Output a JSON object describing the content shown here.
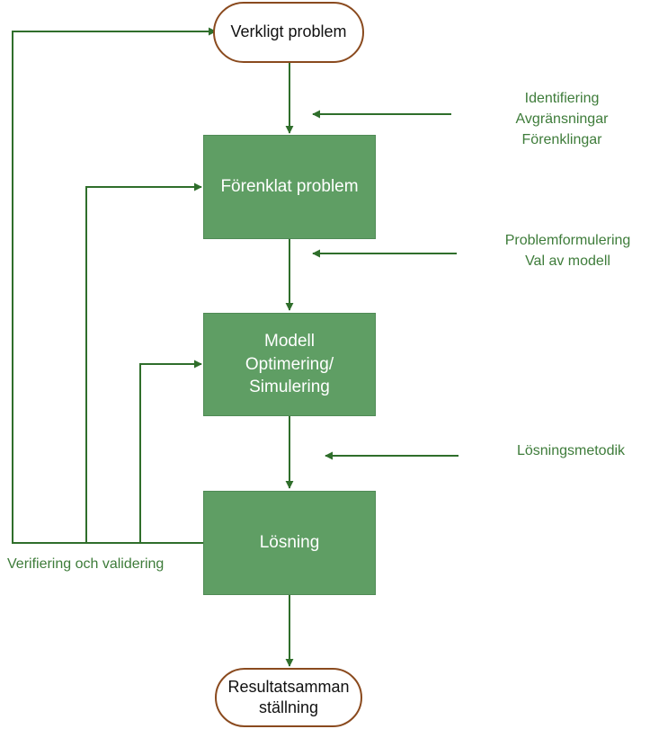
{
  "diagram": {
    "start_node": {
      "label": "Verkligt problem"
    },
    "step_1": {
      "label": "Förenklat problem"
    },
    "step_2": {
      "lines": [
        "Modell",
        "Optimering/",
        "Simulering"
      ]
    },
    "step_3": {
      "label": "Lösning"
    },
    "end_node": {
      "lines": [
        "Resultatsamman",
        "ställning"
      ]
    },
    "input_1": {
      "lines": [
        "Identifiering",
        "Avgränsningar",
        "Förenklingar"
      ]
    },
    "input_2": {
      "lines": [
        "Problemformulering",
        "Val av modell"
      ]
    },
    "input_3": {
      "label": "Lösningsmetodik"
    },
    "feedback_label": "Verifiering och validering"
  },
  "colors": {
    "box_fill": "#5f9e64",
    "connector": "#2f6e2b",
    "terminal_border": "#8a4a1e",
    "annotation_text": "#3e7c3a"
  }
}
